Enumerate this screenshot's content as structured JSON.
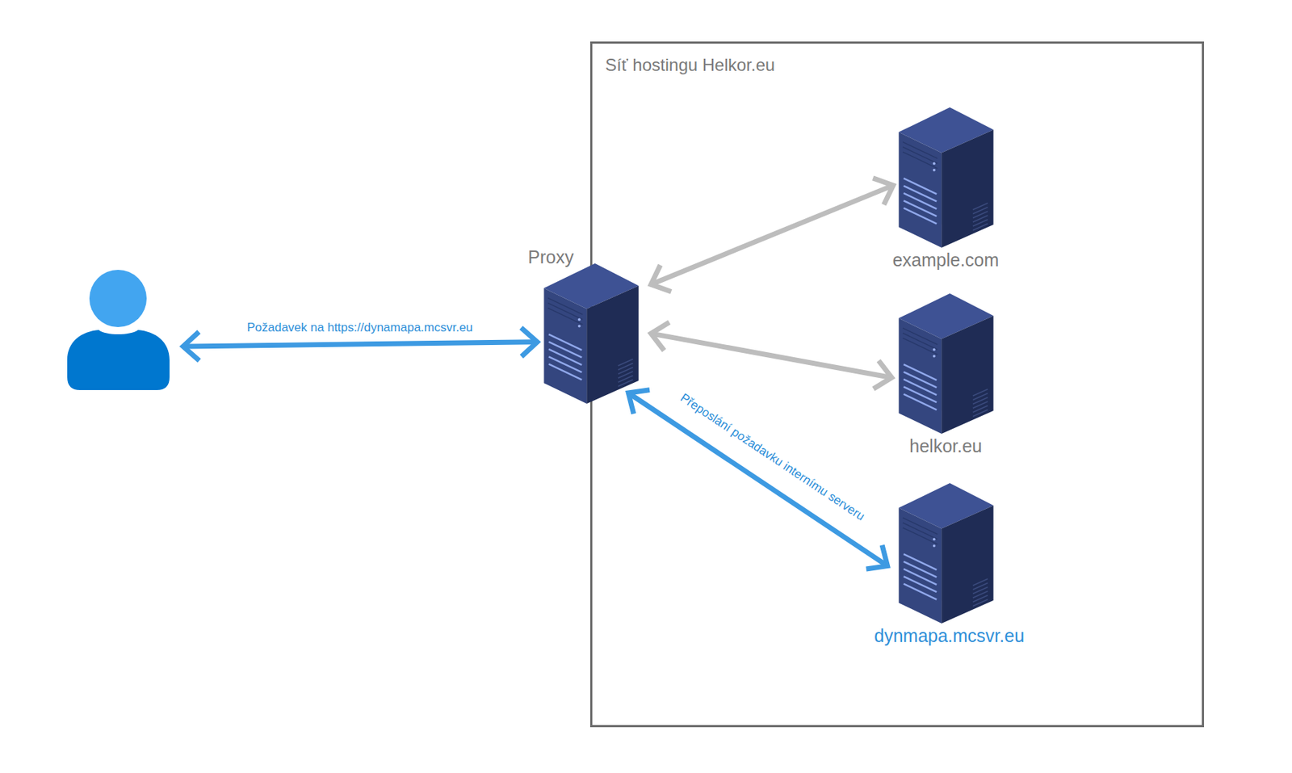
{
  "diagram": {
    "nodes": [
      {
        "text": []
      },
      {
        "text": [
          "Síť hostingu Helkor.eu"
        ]
      },
      {
        "text": [
          "Proxy"
        ]
      },
      {
        "text": [
          "example.com"
        ],
        "in": 1
      },
      {
        "text": [
          "helkor.eu"
        ],
        "in": 1
      },
      {
        "text": [
          "dynmapa.mcsvr.eu"
        ],
        "in": 1
      }
    ],
    "edges": [
      {
        "from": 0,
        "to": 2,
        "arrow": "both",
        "label": "Požadavek na https://dynamapa.mcsvr.eu"
      },
      {
        "from": 2,
        "to": 3,
        "arrow": "both"
      },
      {
        "from": 2,
        "to": 4,
        "arrow": "both"
      },
      {
        "from": 2,
        "to": 5,
        "arrow": "both",
        "label": "Přeposlání požadavku internímu serveru"
      }
    ]
  }
}
